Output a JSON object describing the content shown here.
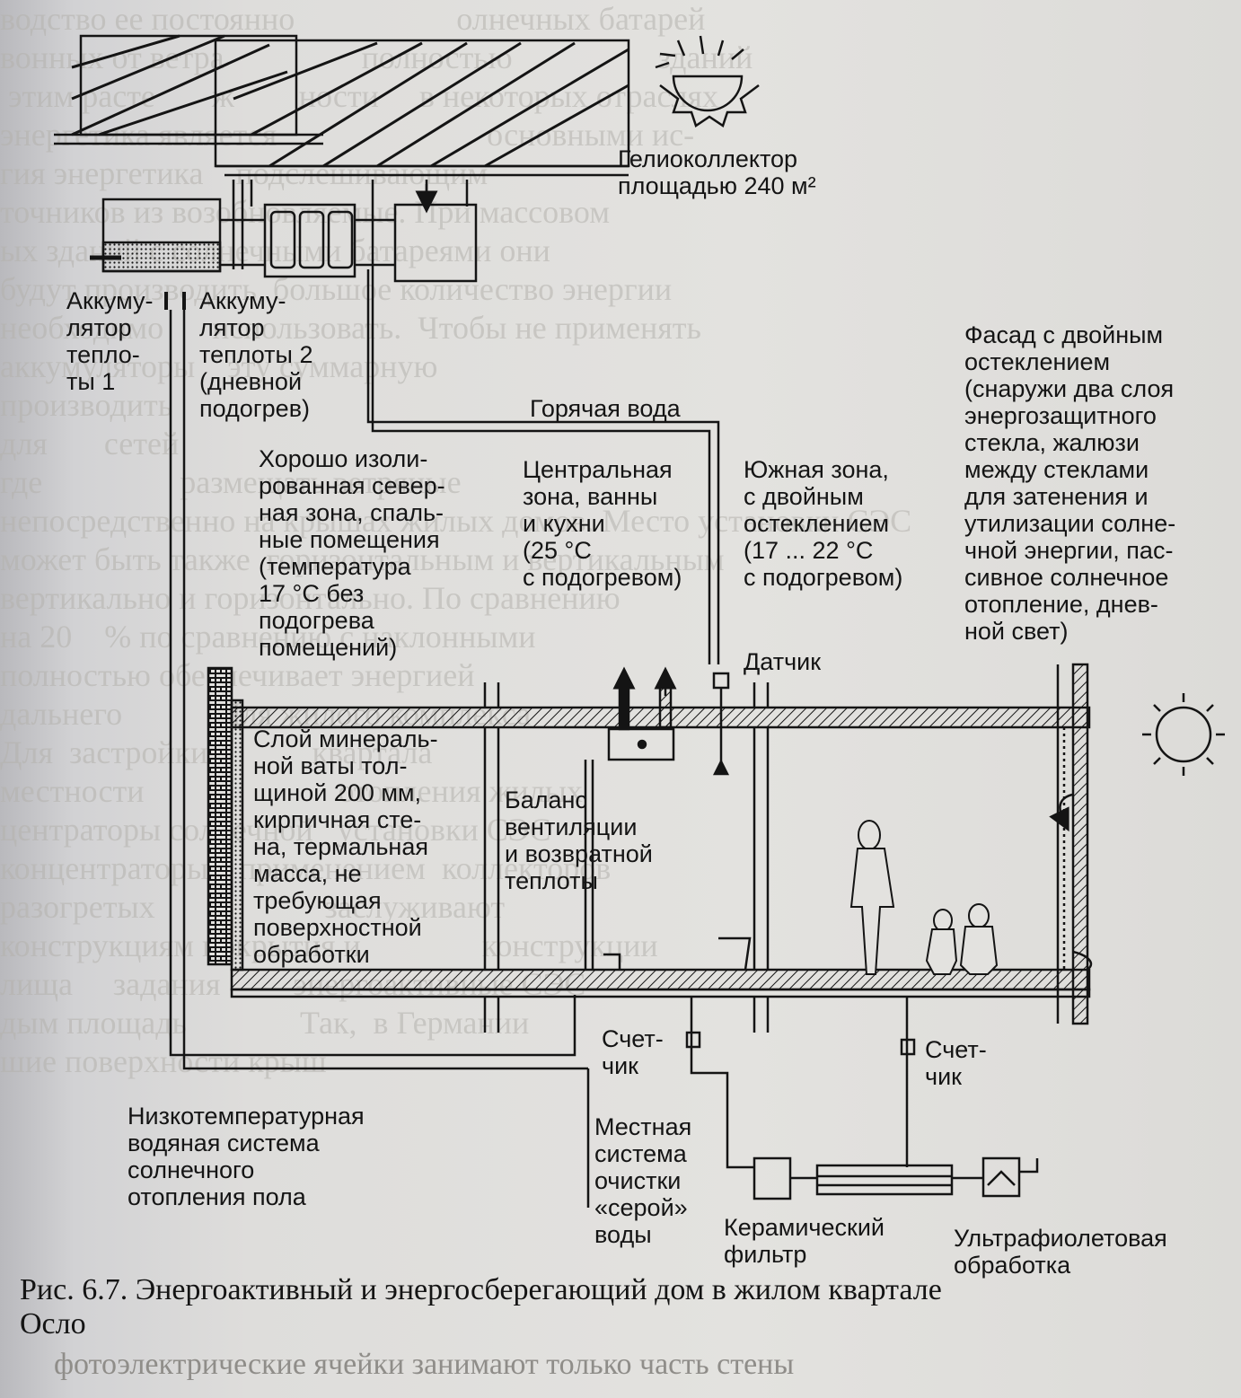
{
  "labels": {
    "collector": "Гелиоколлектор\nплощадью 240 м²",
    "acc1": "Аккуму-\nлятор\nтепло-\nты 1",
    "acc2": "Аккуму-\nлятор\nтеплоты 2\n(дневной\nподогрев)",
    "hot_water": "Горячая вода",
    "facade": "Фасад с двойным\nостеклением\n(снаружи два слоя\nэнергозащитного\nстекла, жалюзи\nмежду стеклами\nдля затенения и\nутилизации солне-\nчной энергии, пас-\nсивное солнечное\nотопление, днев-\nной свет)",
    "north_zone": "Хорошо изоли-\nрованная север-\nная зона, спаль-\nные помещения\n(температура\n17 °С без\nподогрева\nпомещений)",
    "central_zone": "Центральная\nзона, ванны\nи кухни\n(25 °С\nс подогревом)",
    "south_zone": "Южная зона,\nс двойным\nостеклением\n(17 ... 22 °С\nс подогревом)",
    "sensor": "Датчик",
    "mineral_wool": "Слой минераль-\nной ваты тол-\nщиной 200 мм,\nкирпичная сте-\nна, термальная\nмасса, не\nтребующая\nповерхностной\nобработки",
    "ventilation": "Баланс\nвентиляции\nи возвратной\nтеплоты",
    "meter1": "Счет-\nчик",
    "meter2": "Счет-\nчик",
    "floor_heating": "Низкотемпературная\nводяная система\nсолнечного\nотопления пола",
    "grey_water": "Местная\nсистема\nочистки\n«серой»\nводы",
    "ceramic_filter": "Керамический\nфильтр",
    "uv_treatment": "Ультрафиолетовая\nобработка"
  },
  "caption": "Рис. 6.7. Энергоактивный и энергосберегающий дом в жилом квартале\nОсло",
  "background_text": "водство ее постоянно                    олнечных батарей\nвонных от ветра                 полностью                  зданий\n этим расте       ж        ности     в некоторых отраслях\nэнергетика является                          основными ис-\nгия энергетика    подслешивающим\nточников из возобновляемые. При массовом\nых зданий с солнечными батареями они\nбудут производить  большое количество энергии\nнеобходимо      использовать.  Чтобы не применять\nаккумуляторы    эту суммарную\nпроизводить\nдля       сетей\nгде                 размещать ветряные\nнепосредственно на крышах жилых домов. Место установки СЭС\nможет быть также  горизонтальным и вертикальным\nвертикально и горизонтально. По сравнению\nна 20    % по сравнению с наклонными\nполностью обеспечивает энергией\nдальнего            Для жилого комплекса\nДля  застройки в          квартала\nместности                        отопления жилых\nцентраторы солнечной   установки СЭС\nконцентраторы с применением  коллекторов\nразогретых                     заслуживают\nконструкциям покрытия и               конструкции\nлища     задания         энергоактивные СЭС\nдым площадь              Так,  в Германии\nшие поверхности крыш        ",
  "background_bottom": "фотоэлектрические ячейки занимают только  часть стены",
  "colors": {
    "ink": "#141414",
    "paper": "#e3e2df",
    "bleed": "#b4b2ad"
  }
}
